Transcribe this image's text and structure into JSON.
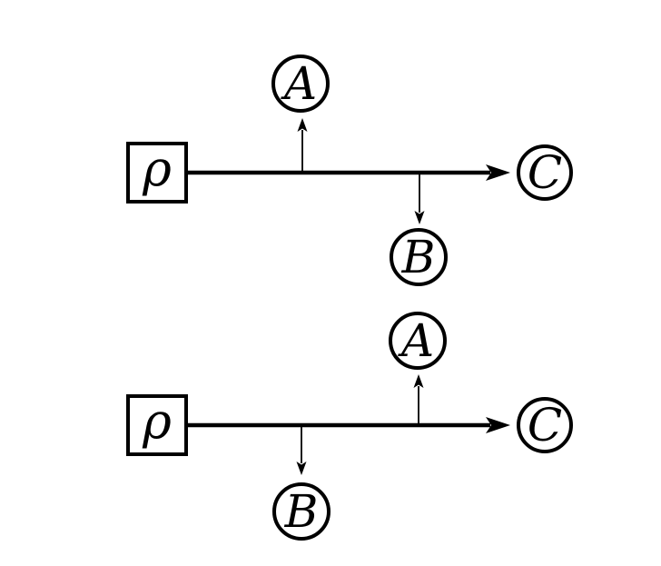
{
  "colors": {
    "ink": "#000000",
    "background": "#ffffff"
  },
  "diagrams": [
    {
      "position": "top",
      "source_label": "ρ",
      "up_branch_label": "A",
      "down_branch_label": "B",
      "output_label": "C",
      "branch_order": [
        "up:A",
        "down:B"
      ]
    },
    {
      "position": "bottom",
      "source_label": "ρ",
      "up_branch_label": "A",
      "down_branch_label": "B",
      "output_label": "C",
      "branch_order": [
        "down:B",
        "up:A"
      ]
    }
  ]
}
